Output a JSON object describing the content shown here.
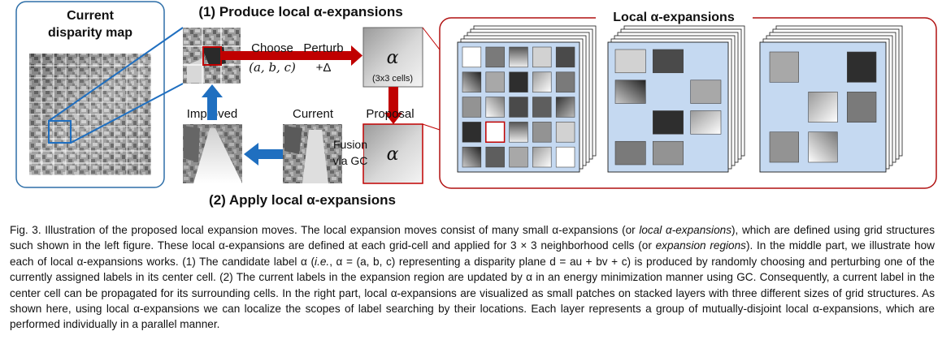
{
  "figure": {
    "disparity_panel": {
      "title_line1": "Current",
      "title_line2": "disparity map"
    },
    "heading_produce": "(1) Produce local α-expansions",
    "heading_apply": "(2) Apply local α-expansions",
    "choose_label": "Choose",
    "abc_label": "(a, b, c)",
    "perturb_label": "Perturb",
    "delta_label": "+Δ",
    "alpha_symbol": "α",
    "alpha_cells": "(3x3 cells)",
    "proposal_label": "Proposal",
    "improved_label": "Improved",
    "current_label": "Current",
    "fusion_line1": "Fusion",
    "fusion_line2": "via GC",
    "local_panel_title": "Local α-expansions"
  },
  "colors": {
    "frame_blue": "#2e6fa8",
    "arrow_blue": "#1f6fc0",
    "arrow_red": "#c00000",
    "frame_red": "#b01010",
    "grid_fill": "#c5d9f1"
  },
  "caption": {
    "s1": "Fig. 3. Illustration of the proposed local expansion moves. The local expansion moves consist of many small α-expansions (or ",
    "s1_em": "local α-expansions",
    "s2": "), which are defined using grid structures such shown in the left figure. These local α-expansions are defined at each grid-cell and applied for 3 × 3 neighborhood cells (or ",
    "s2_em": "expansion regions",
    "s3": "). In the middle part, we illustrate how each of local α-expansions works. (1) The candidate label α (",
    "s3_em": "i.e.",
    "s4": ", α = (a, b, c) representing a disparity plane d = au + bv + c) is produced by randomly choosing and perturbing one of the currently assigned labels in its center cell. (2) The current labels in the expansion region are updated by α in an energy minimization manner using GC. Consequently, a current label in the center cell can be propagated for its surrounding cells. In the right part, local α-expansions are visualized as small patches on stacked layers with three different sizes of grid structures. As shown here, using local α-expansions we can localize the scopes of label searching by their locations. Each layer represents a group of mutually-disjoint local α-expansions, which are performed individually in a parallel manner."
  }
}
